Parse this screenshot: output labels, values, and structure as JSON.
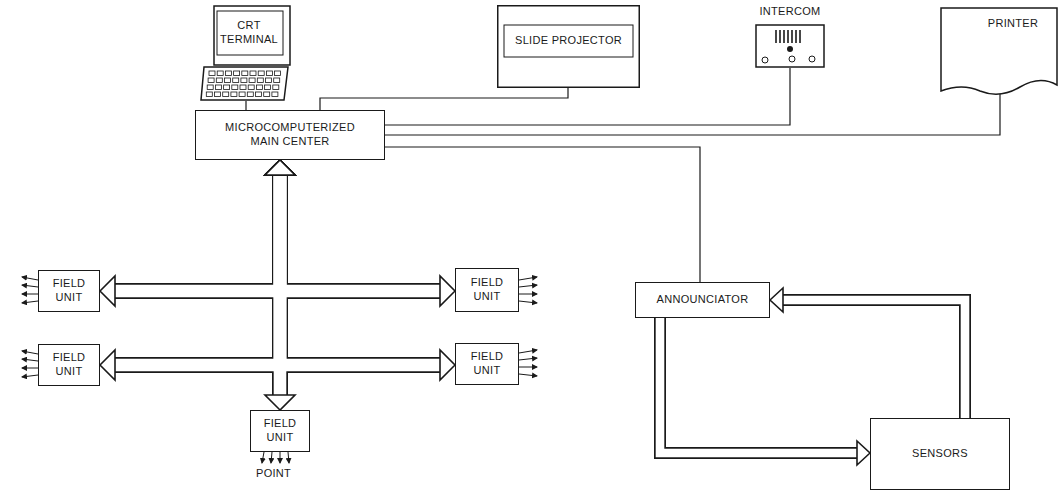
{
  "diagram": {
    "nodes": [
      {
        "text": [
          "CRT TERMINAL"
        ]
      },
      {
        "text": [
          "SLIDE PROJECTOR"
        ]
      },
      {
        "text": [
          "INTERCOM"
        ]
      },
      {
        "text": [
          "PRINTER"
        ]
      },
      {
        "text": [
          "MICROCOMPUTERIZED MAIN CENTER"
        ]
      },
      {
        "text": [
          "FIELD UNIT"
        ]
      },
      {
        "text": [
          "FIELD UNIT"
        ]
      },
      {
        "text": [
          "FIELD UNIT"
        ]
      },
      {
        "text": [
          "FIELD UNIT"
        ]
      },
      {
        "text": [
          "FIELD UNIT"
        ]
      },
      {
        "text": [
          "ANNOUNCIATOR"
        ]
      },
      {
        "text": [
          "SENSORS"
        ]
      }
    ],
    "edges": [
      {
        "from": 4,
        "to": 0,
        "arrow": "none"
      },
      {
        "from": 4,
        "to": 1,
        "arrow": "none"
      },
      {
        "from": 4,
        "to": 2,
        "arrow": "none"
      },
      {
        "from": 4,
        "to": 3,
        "arrow": "none"
      },
      {
        "from": 4,
        "to": 10,
        "arrow": "none"
      },
      {
        "from": 4,
        "to": 5,
        "arrow": "both"
      },
      {
        "from": 4,
        "to": 6,
        "arrow": "both"
      },
      {
        "from": 4,
        "to": 7,
        "arrow": "both"
      },
      {
        "from": 4,
        "to": 8,
        "arrow": "both"
      },
      {
        "from": 4,
        "to": 9,
        "arrow": "both"
      },
      {
        "from": 10,
        "to": 11,
        "arrow": "to"
      },
      {
        "from": 11,
        "to": 10,
        "arrow": "to"
      }
    ],
    "labels": [
      "POINT"
    ]
  }
}
